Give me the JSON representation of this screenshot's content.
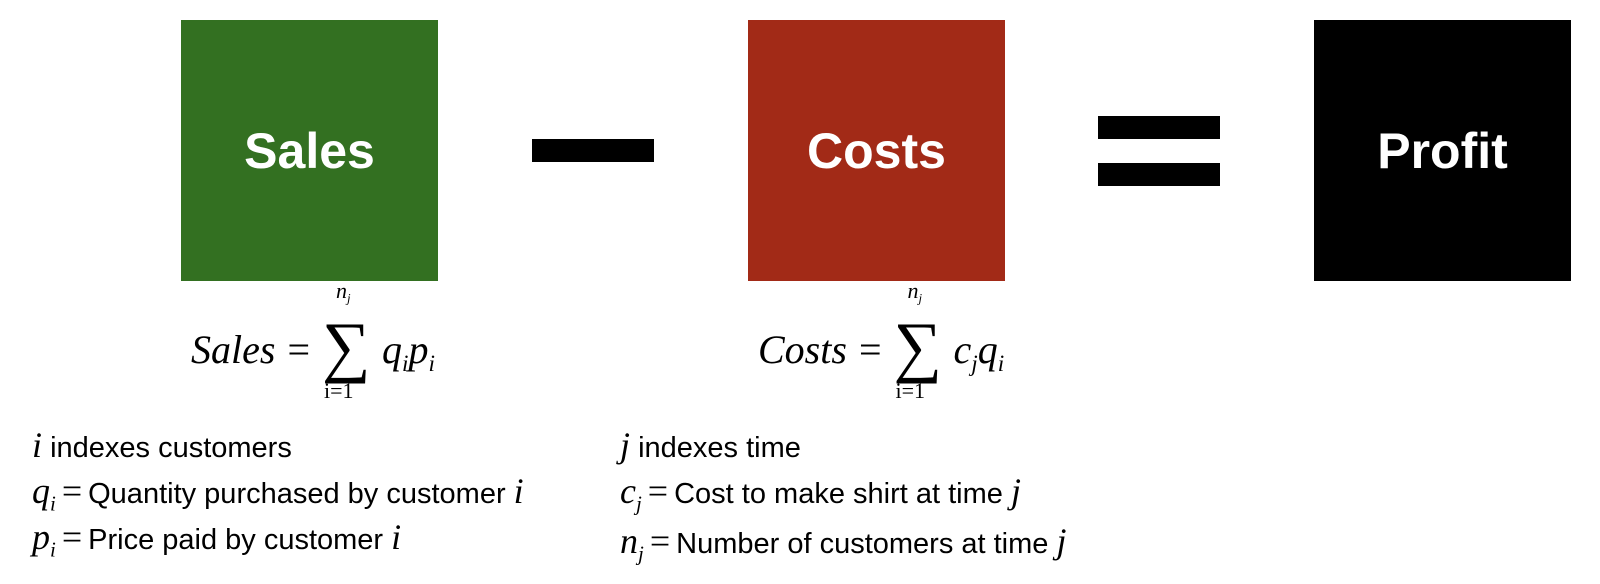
{
  "colors": {
    "sales": "#337021",
    "costs": "#a22a17",
    "profit": "#000000",
    "operator": "#000000"
  },
  "boxes": {
    "sales": "Sales",
    "costs": "Costs",
    "profit": "Profit"
  },
  "formulas": {
    "sales": {
      "lhs": "Sales",
      "upper": "n",
      "upper_sub": "j",
      "lower": "i=1",
      "term": "q",
      "term_sub": "i",
      "term2": "p",
      "term2_sub": "i"
    },
    "costs": {
      "lhs": "Costs",
      "upper": "n",
      "upper_sub": "j",
      "lower": "i=1",
      "term": "c",
      "term_sub": "j",
      "term2": "q",
      "term2_sub": "i"
    }
  },
  "definitions_left": {
    "d1": {
      "var": "i",
      "text": " indexes customers"
    },
    "d2": {
      "var": "q",
      "sub": "i",
      "text": "Quantity purchased by customer ",
      "tail": "i"
    },
    "d3": {
      "var": "p",
      "sub": "i",
      "text": "Price paid by customer ",
      "tail": "i"
    }
  },
  "definitions_right": {
    "d1": {
      "var": "j",
      "text": " indexes time"
    },
    "d2": {
      "var": "c",
      "sub": "j",
      "text": "Cost to make shirt at time ",
      "tail": "j"
    },
    "d3": {
      "var": "n",
      "sub": "j",
      "text": "Number of customers at time ",
      "tail": "j"
    }
  },
  "eq_symbol": "="
}
